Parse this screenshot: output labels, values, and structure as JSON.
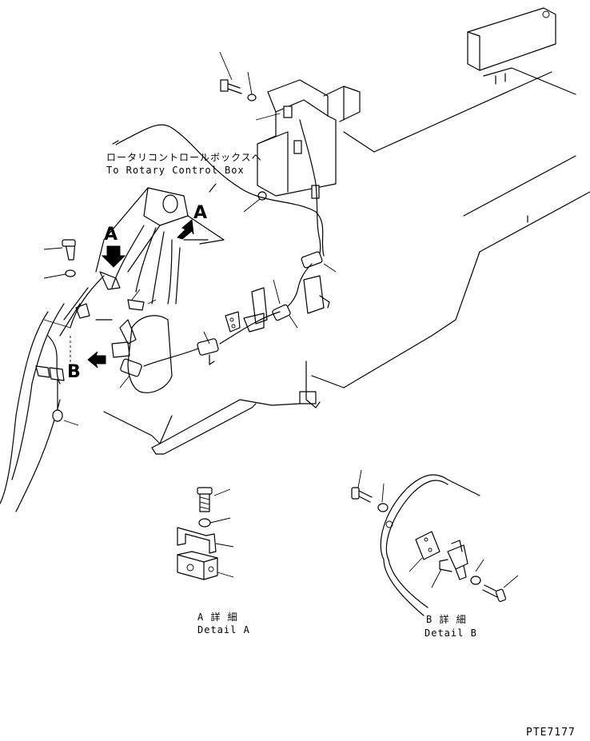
{
  "callouts": {
    "rotary_jp": "ロータリコントロールボックスへ",
    "rotary_en": "To Rotary Control Box",
    "view_a_1": "A",
    "view_a_2": "A",
    "view_b": "B"
  },
  "detail_a": {
    "title_jp": "A 詳 細",
    "title_en": "Detail A"
  },
  "detail_b": {
    "title_jp": "B 詳 細",
    "title_en": "Detail B"
  },
  "drawing_number": "PTE7177",
  "icons": [
    "view-arrow-icon",
    "bolt-icon",
    "washer-icon",
    "bracket-icon",
    "connector-icon"
  ]
}
